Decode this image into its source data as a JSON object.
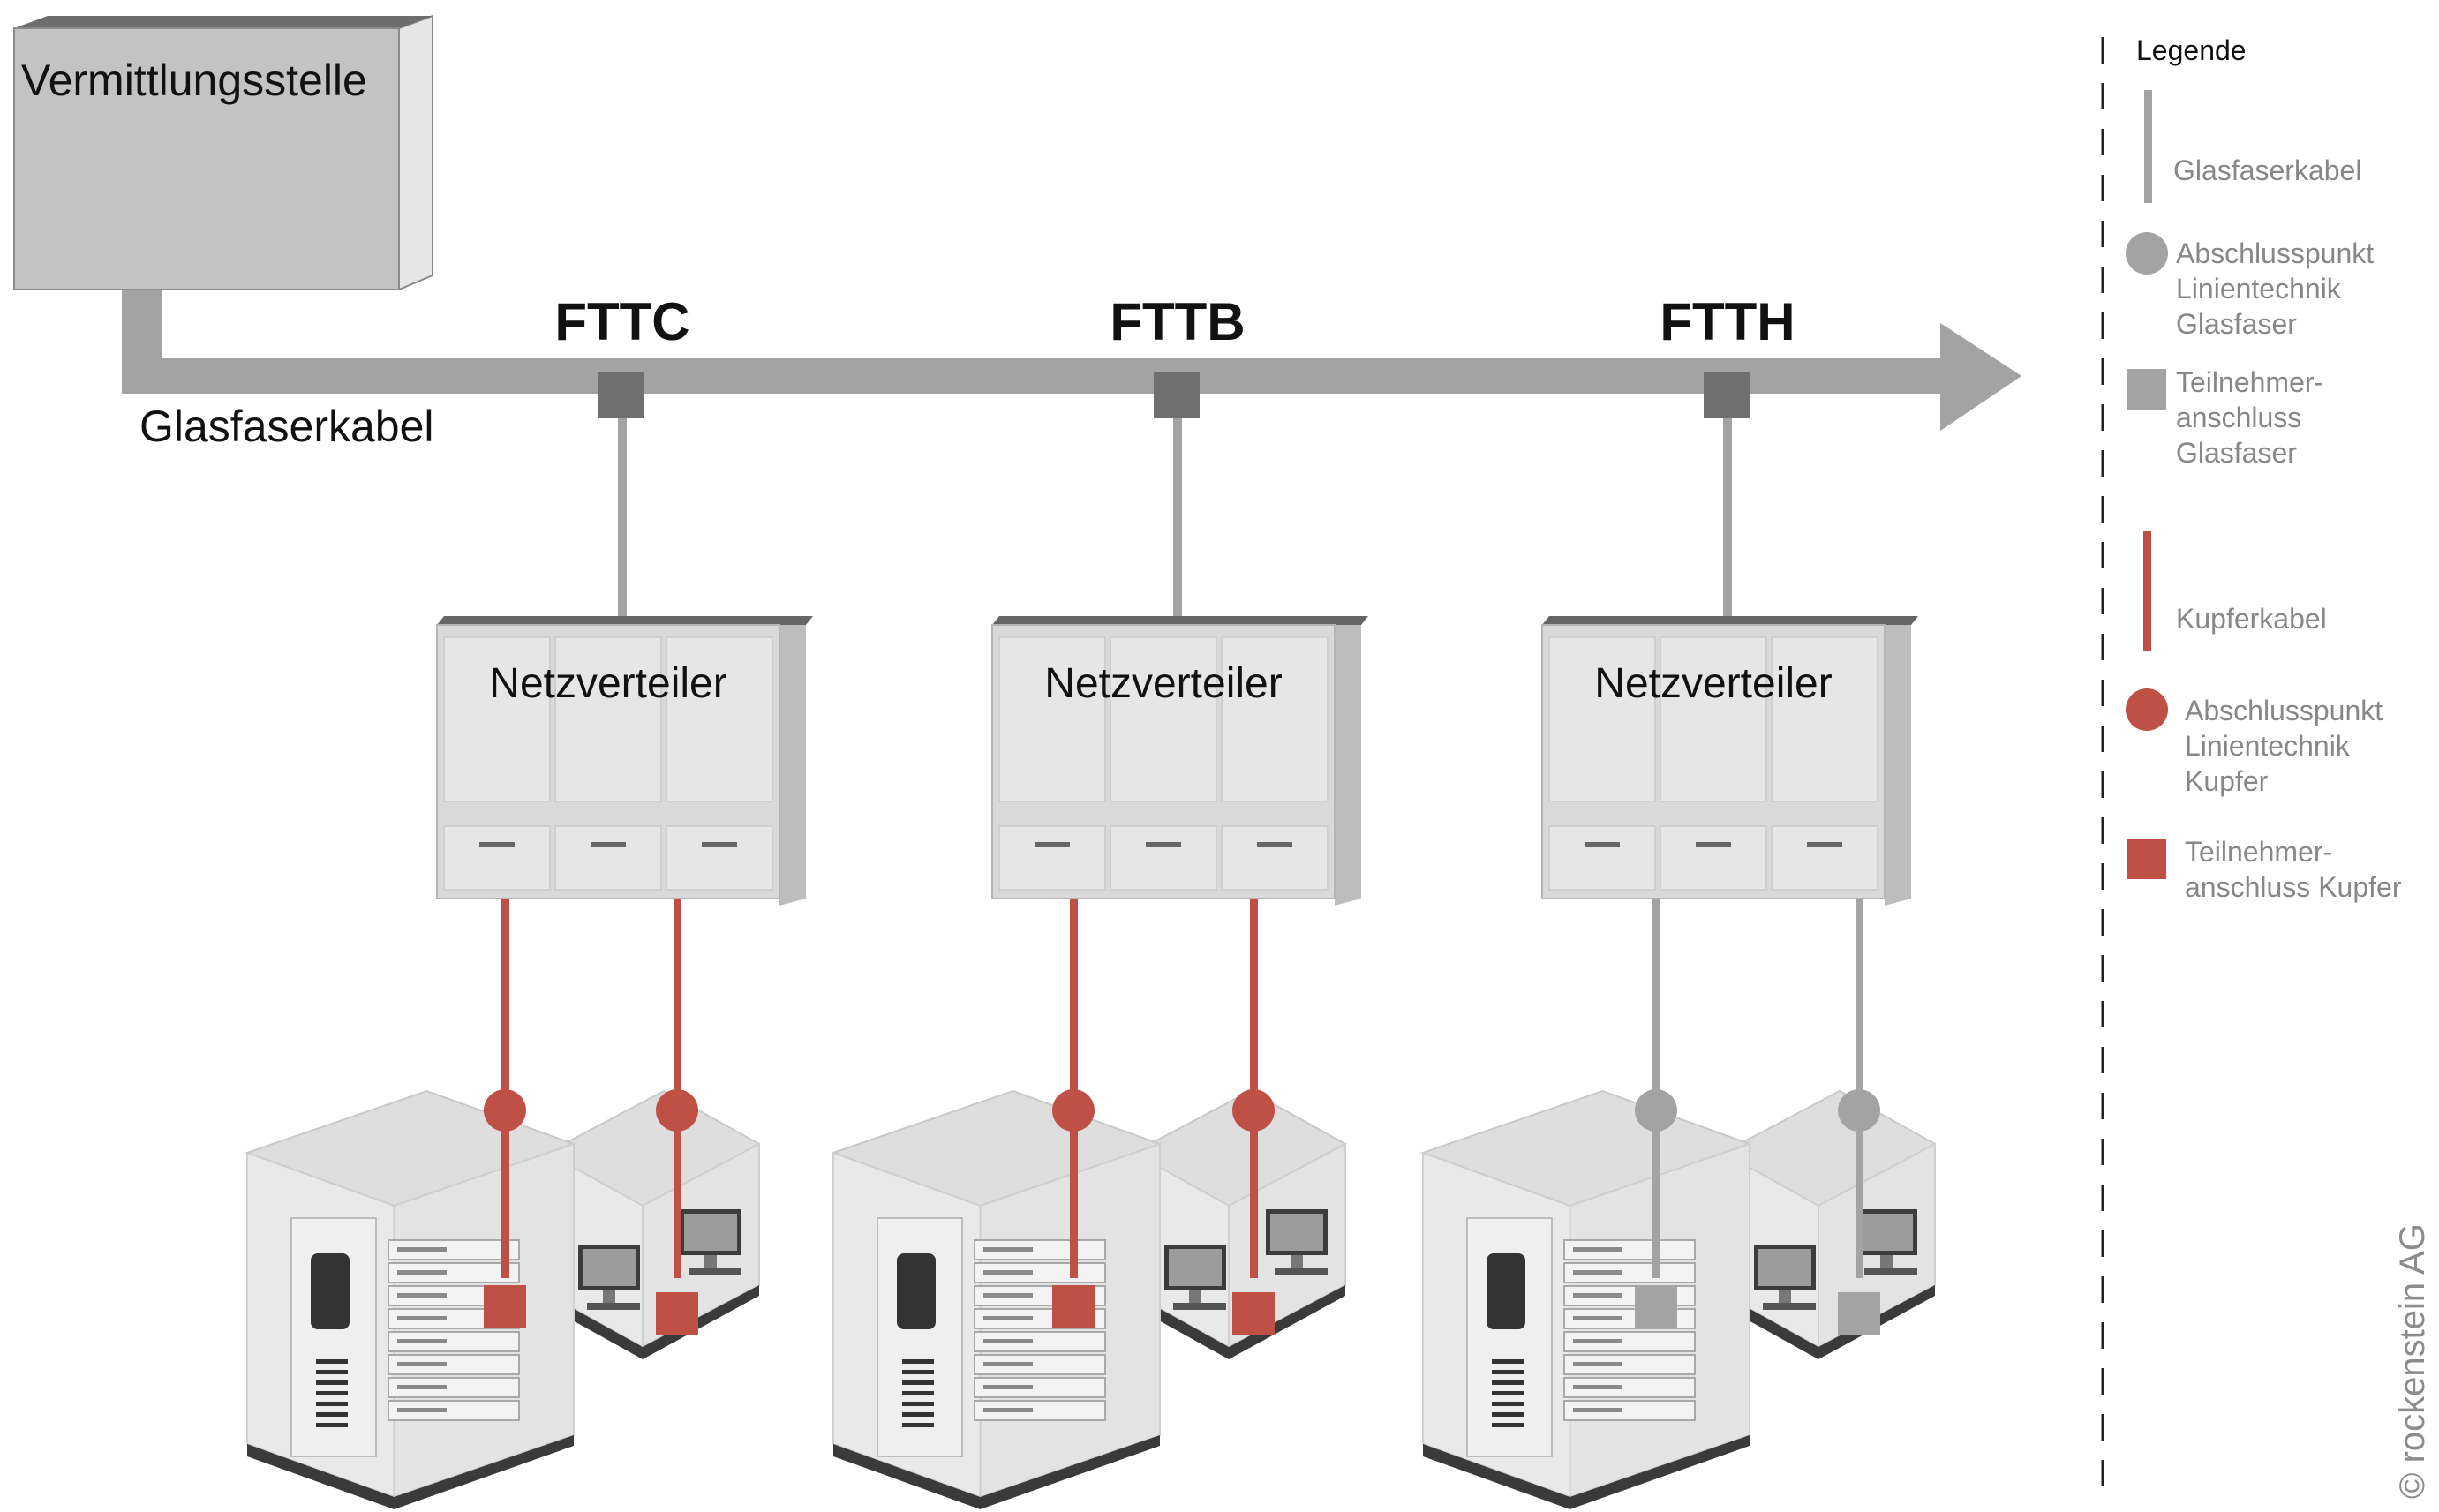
{
  "exchange": {
    "label": "Vermittlungsstelle"
  },
  "trunk": {
    "label": "Glasfaserkabel"
  },
  "scenarios": [
    {
      "label": "FTTC",
      "cabinet_label": "Netzverteiler",
      "branch_type": "copper"
    },
    {
      "label": "FTTB",
      "cabinet_label": "Netzverteiler",
      "branch_type": "copper"
    },
    {
      "label": "FTTH",
      "cabinet_label": "Netzverteiler",
      "branch_type": "fiber"
    }
  ],
  "legend": {
    "title": "Legende",
    "items": [
      {
        "symbol": "fiber-line",
        "lines": [
          "Glasfaserkabel"
        ]
      },
      {
        "symbol": "fiber-circle",
        "lines": [
          "Abschlusspunkt",
          "Linientechnik",
          "Glasfaser"
        ]
      },
      {
        "symbol": "fiber-square",
        "lines": [
          "Teilnehmer-",
          "anschluss",
          "Glasfaser"
        ]
      },
      {
        "symbol": "copper-line",
        "lines": [
          "Kupferkabel"
        ]
      },
      {
        "symbol": "copper-circle",
        "lines": [
          "Abschlusspunkt",
          "Linientechnik",
          "Kupfer"
        ]
      },
      {
        "symbol": "copper-square",
        "lines": [
          "Teilnehmer-",
          "anschluss Kupfer"
        ]
      }
    ]
  },
  "copyright": "© rockenstein AG",
  "colors": {
    "fiber": "#a3a3a3",
    "fiber_dark": "#6f6f6f",
    "copper": "#bf5046",
    "cabinet_face": "#d9d9d9",
    "cabinet_side": "#bdbdbd",
    "legend_text": "#878787"
  }
}
